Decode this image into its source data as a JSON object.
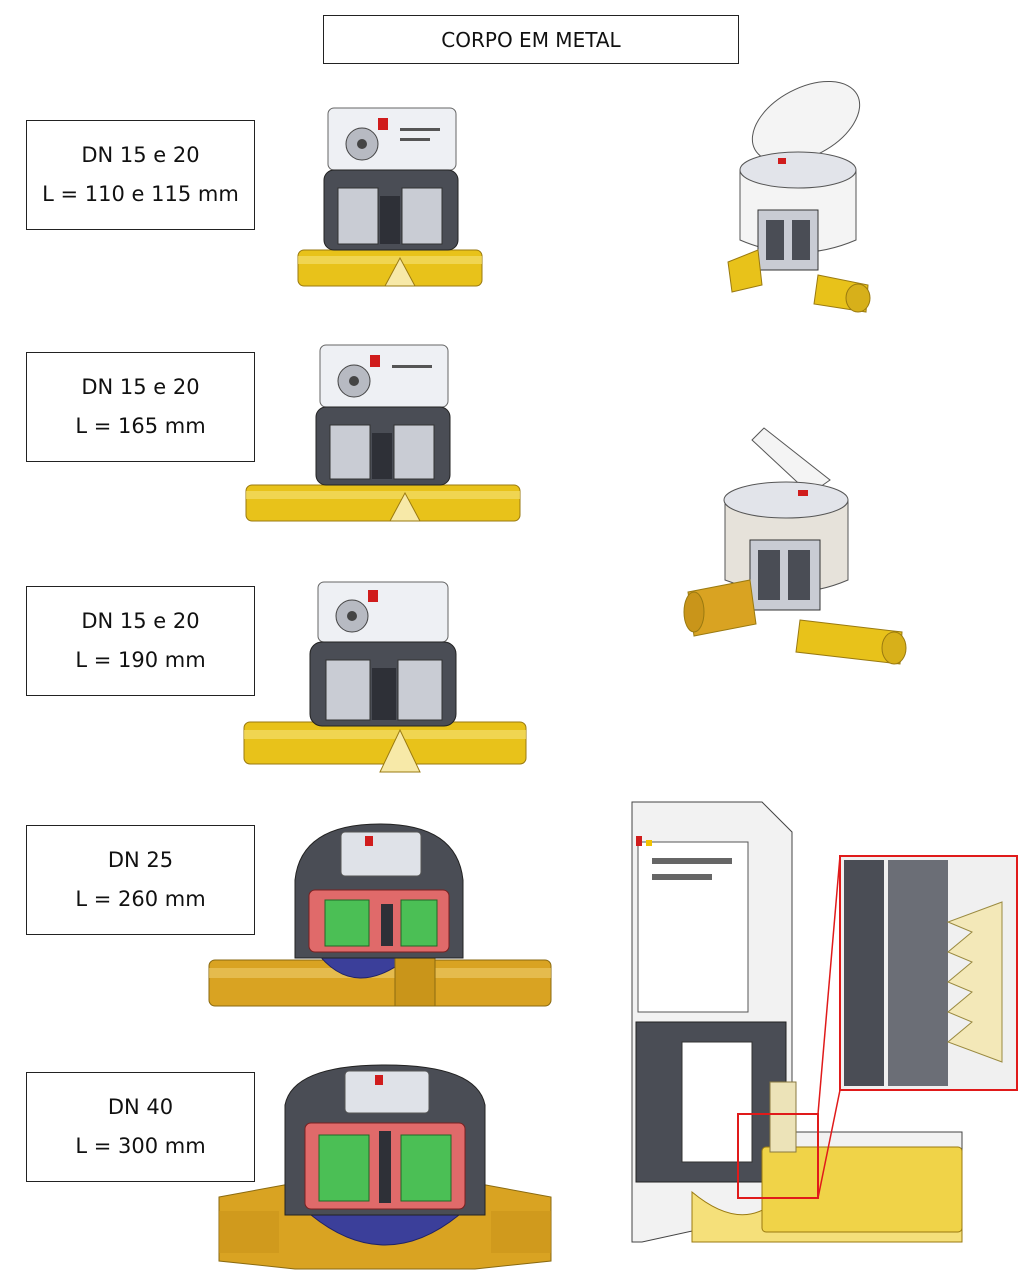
{
  "title": "CORPO EM METAL",
  "specs": [
    {
      "dn": "DN 15 e 20",
      "length": "L = 110 e 115 mm"
    },
    {
      "dn": "DN 15 e 20",
      "length": "L = 165 mm"
    },
    {
      "dn": "DN 15 e 20",
      "length": "L = 190 mm"
    },
    {
      "dn": "DN 25",
      "length": "L = 260 mm"
    },
    {
      "dn": "DN 40",
      "length": "L = 300 mm"
    }
  ],
  "colors": {
    "brass": "#e8c21a",
    "brass_dark": "#c9951a",
    "register_gray": "#c9ccd4",
    "mechanism_dark": "#4a4d55",
    "turbine_red": "#e06a6a",
    "turbine_green": "#4bbf55",
    "strainer_blue": "#3b3f9a",
    "accent_red": "#d01c1c",
    "cap_white": "#f4f4f4",
    "callout_red": "#e01a1a"
  },
  "icons": [
    "cutaway-meter-drawing",
    "perspective-meter-drawing",
    "detail-zoom-callout"
  ]
}
